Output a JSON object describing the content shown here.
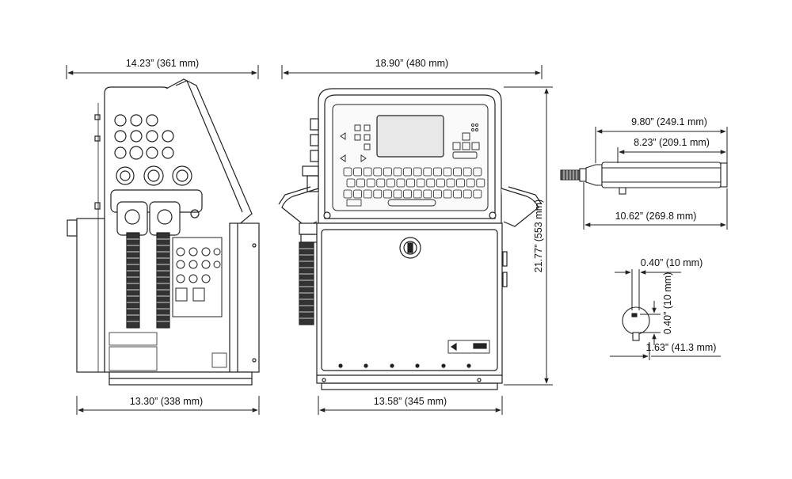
{
  "dimensions": {
    "side_top_width": "14.23” (361 mm)",
    "side_bottom_width": "13.30” (338 mm)",
    "front_top_width": "18.90” (480 mm)",
    "front_bottom_width": "13.58” (345 mm)",
    "overall_height": "21.77” (553 mm)",
    "printhead_total_length": "9.80” (249.1 mm)",
    "printhead_body_length": "8.23” (209.1 mm)",
    "printhead_overall_length": "10.62” (269.8 mm)",
    "head_top_width": "0.40” (10 mm)",
    "head_side_height": "0.40” (10 mm)",
    "head_bottom_width": "1.63” (41.3 mm)"
  },
  "colors": {
    "line": "#222222",
    "screen": "#d9d9d9",
    "panel": "#f4f4f4",
    "hose": "#333333"
  }
}
